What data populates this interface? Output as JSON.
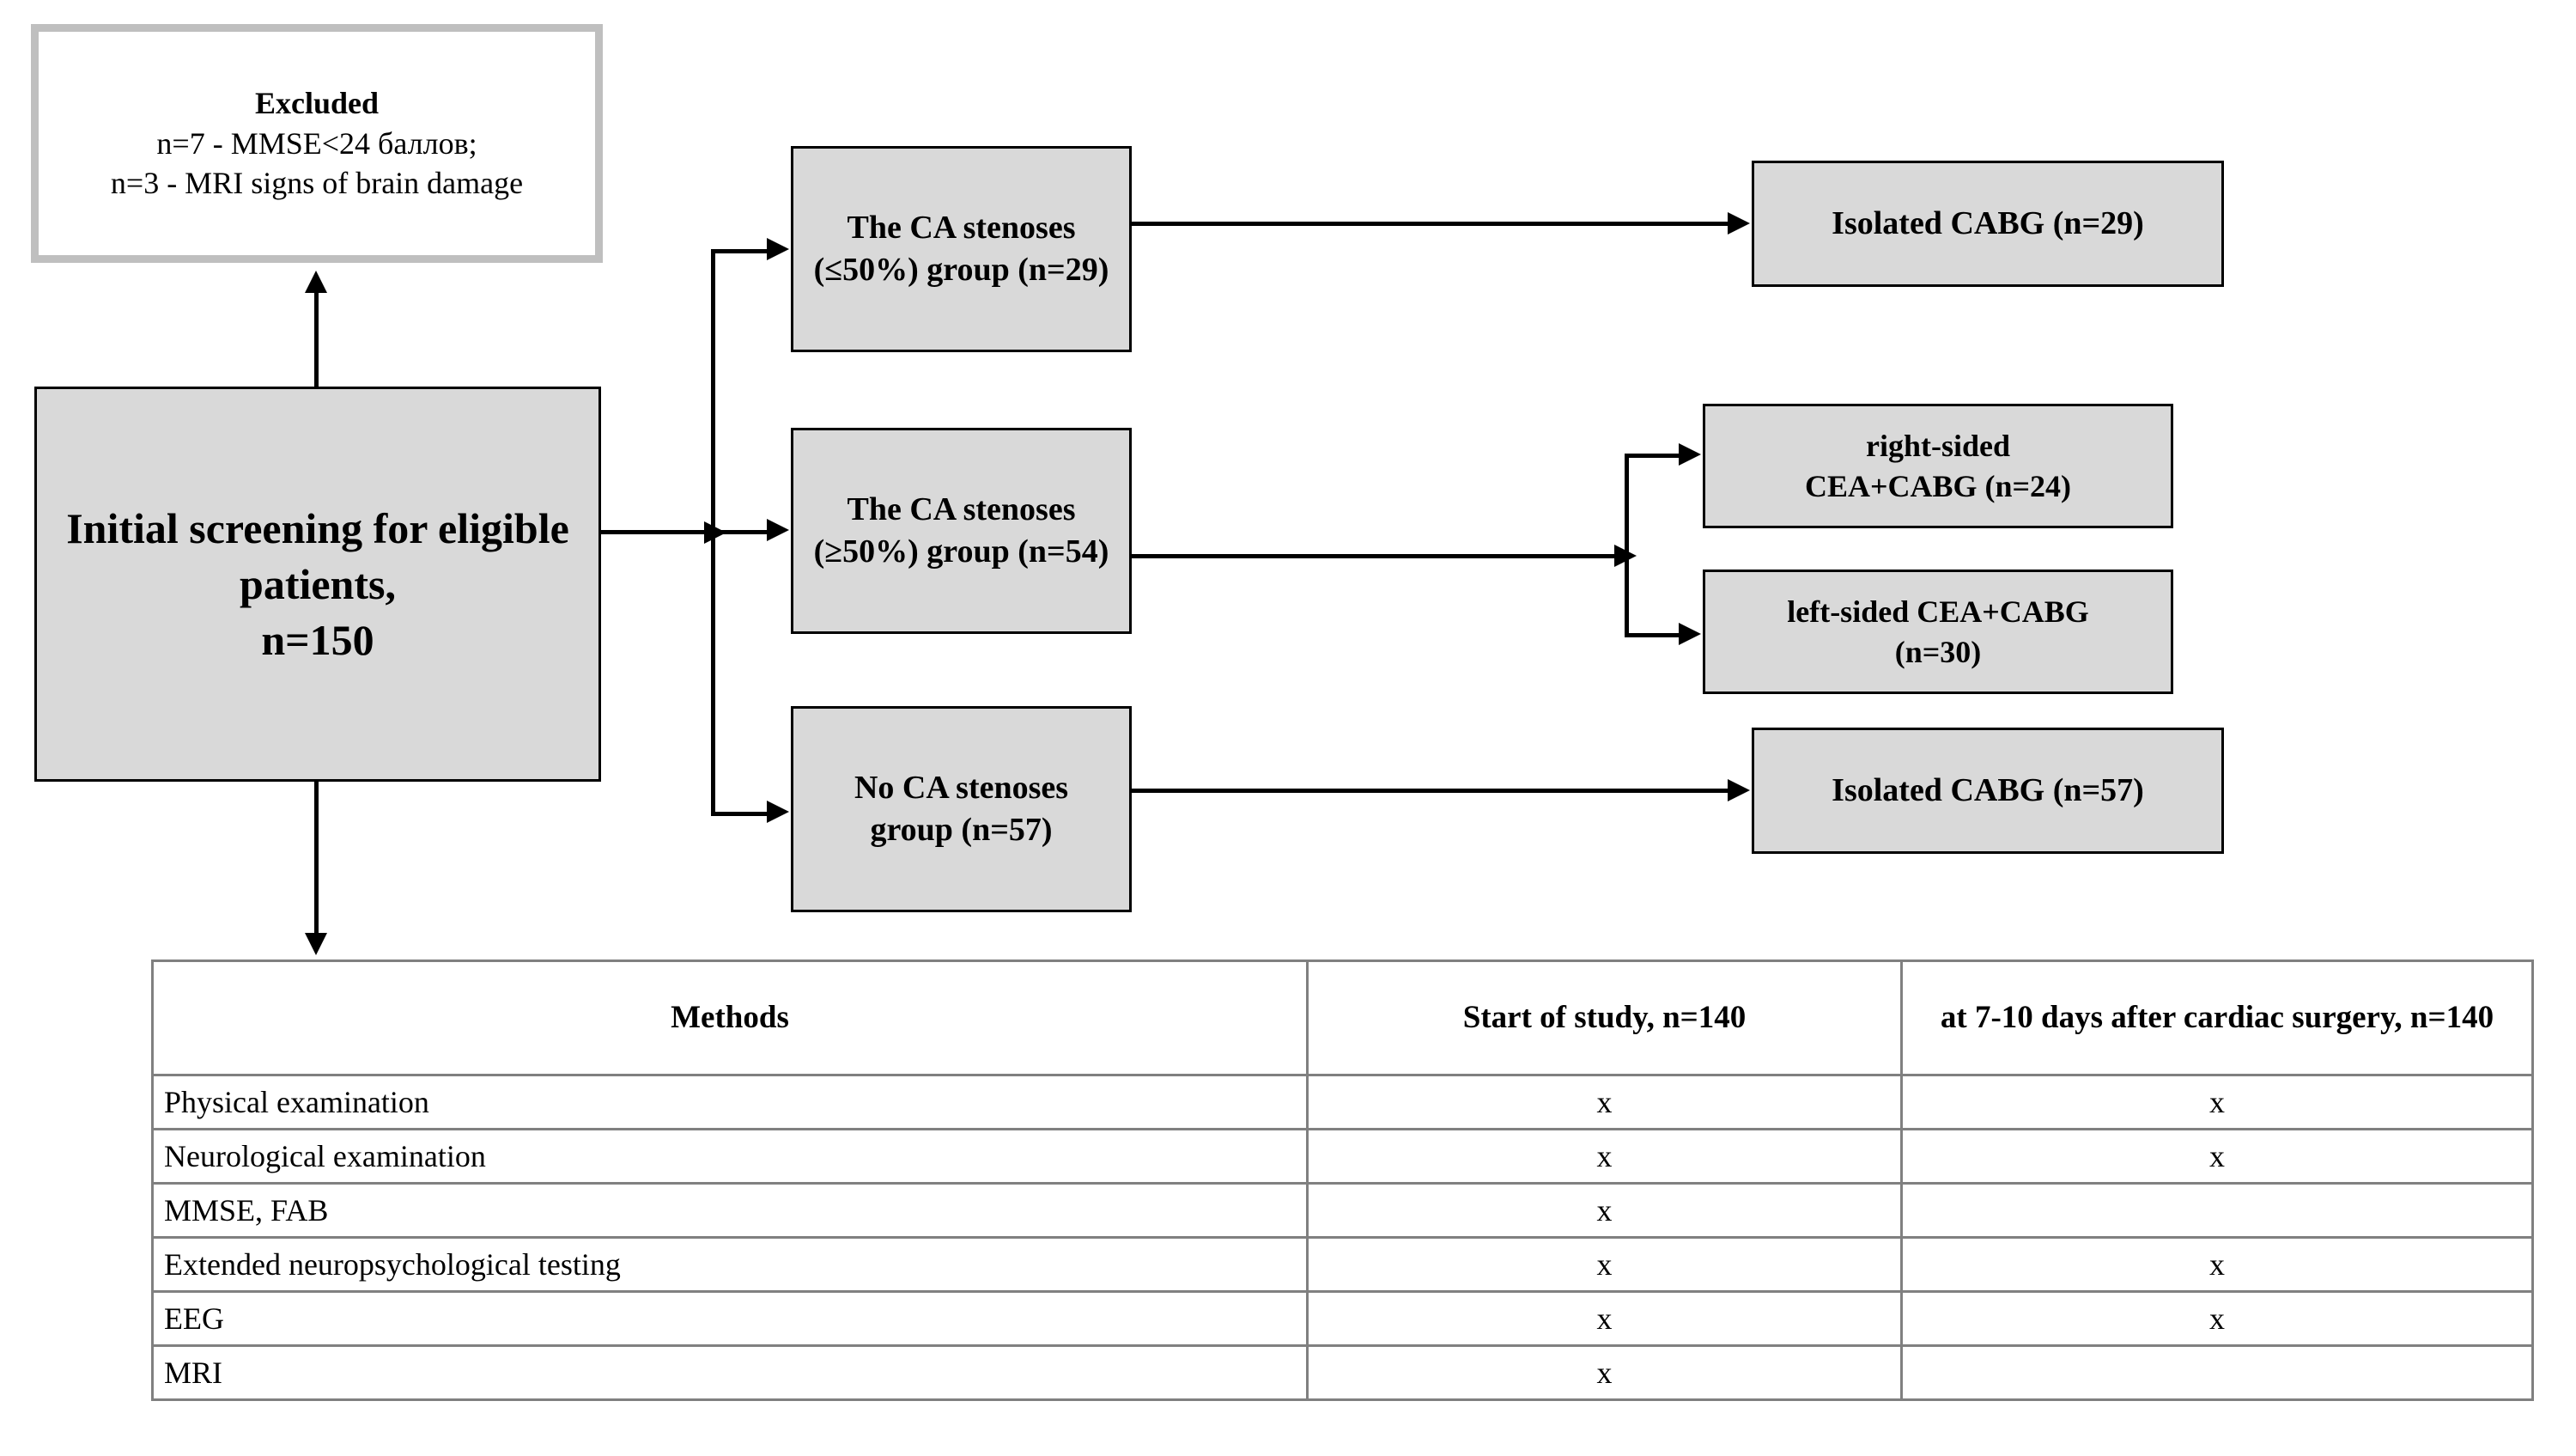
{
  "colors": {
    "box_fill": "#d9d9d9",
    "box_border": "#000000",
    "excluded_border": "#bfbfbf",
    "table_border": "#808080",
    "background": "#ffffff",
    "text": "#000000"
  },
  "flow": {
    "excluded": {
      "heading": "Excluded",
      "lines": "n=7 - MMSE<24 баллов;\nn=3 - MRI signs of brain damage"
    },
    "screening": "Initial screening for eligible patients,\nn=150",
    "groups": [
      {
        "label": "The CA stenoses\n(≤50%) group (n=29)"
      },
      {
        "label": "The CA stenoses\n(≥50%) group (n=54)"
      },
      {
        "label": "No CA stenoses\ngroup (n=57)"
      }
    ],
    "outcomes": [
      {
        "label": "Isolated CABG (n=29)"
      },
      {
        "label": "right-sided\nCEA+CABG (n=24)"
      },
      {
        "label": "left-sided CEA+CABG\n(n=30)"
      },
      {
        "label": "Isolated CABG (n=57)"
      }
    ]
  },
  "table": {
    "headers": [
      "Methods",
      "Start of study, n=140",
      "at 7-10 days after cardiac surgery, n=140"
    ],
    "rows": [
      {
        "method": "Physical examination",
        "start": "x",
        "after": "x"
      },
      {
        "method": "Neurological  examination",
        "start": "x",
        "after": "x"
      },
      {
        "method": "MMSE, FAB",
        "start": "x",
        "after": ""
      },
      {
        "method": "Extended  neuropsychological  testing",
        "start": "x",
        "after": "x"
      },
      {
        "method": "EEG",
        "start": "x",
        "after": "x"
      },
      {
        "method": "MRI",
        "start": "x",
        "after": ""
      }
    ]
  }
}
